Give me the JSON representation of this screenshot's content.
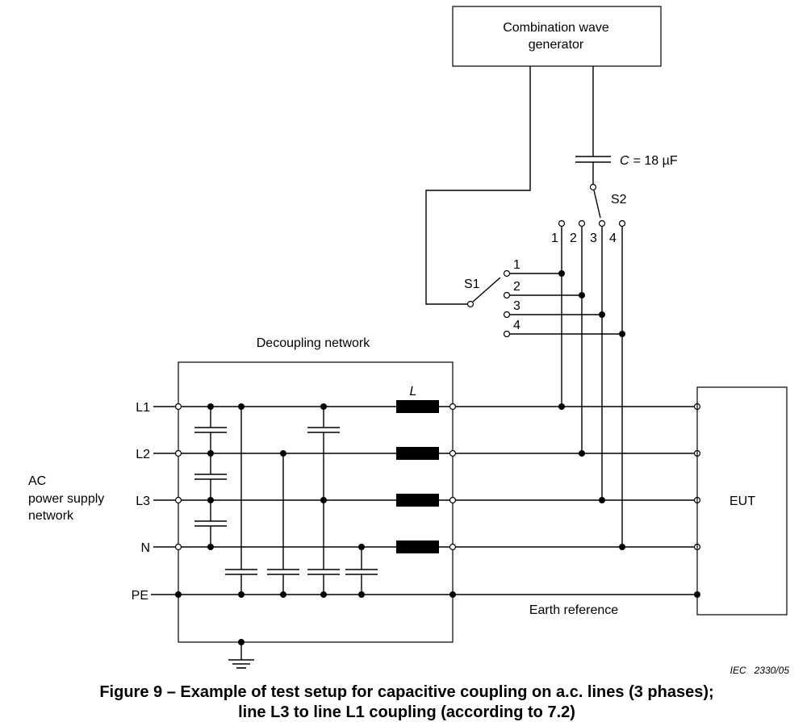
{
  "generator": {
    "line1": "Combination wave",
    "line2": "generator"
  },
  "capacitor": {
    "symbol": "C",
    "value": "= 18 µF"
  },
  "switches": {
    "s1": "S1",
    "s2": "S2"
  },
  "s2_positions": [
    "1",
    "2",
    "3",
    "4"
  ],
  "s1_positions": [
    "1",
    "2",
    "3",
    "4"
  ],
  "decoupling_network": {
    "title": "Decoupling network",
    "inductor_symbol": "L"
  },
  "lines": [
    "L1",
    "L2",
    "L3",
    "N",
    "PE"
  ],
  "ac_supply": {
    "line1": "AC",
    "line2": "power supply",
    "line3": "network"
  },
  "eut": {
    "label": "EUT"
  },
  "earth_reference": "Earth reference",
  "reference_code": "IEC   2330/05",
  "caption": {
    "line1": "Figure 9 – Example of test setup for capacitive coupling on a.c. lines (3 phases);",
    "line2": "line L3 to line L1 coupling (according to 7.2)"
  }
}
